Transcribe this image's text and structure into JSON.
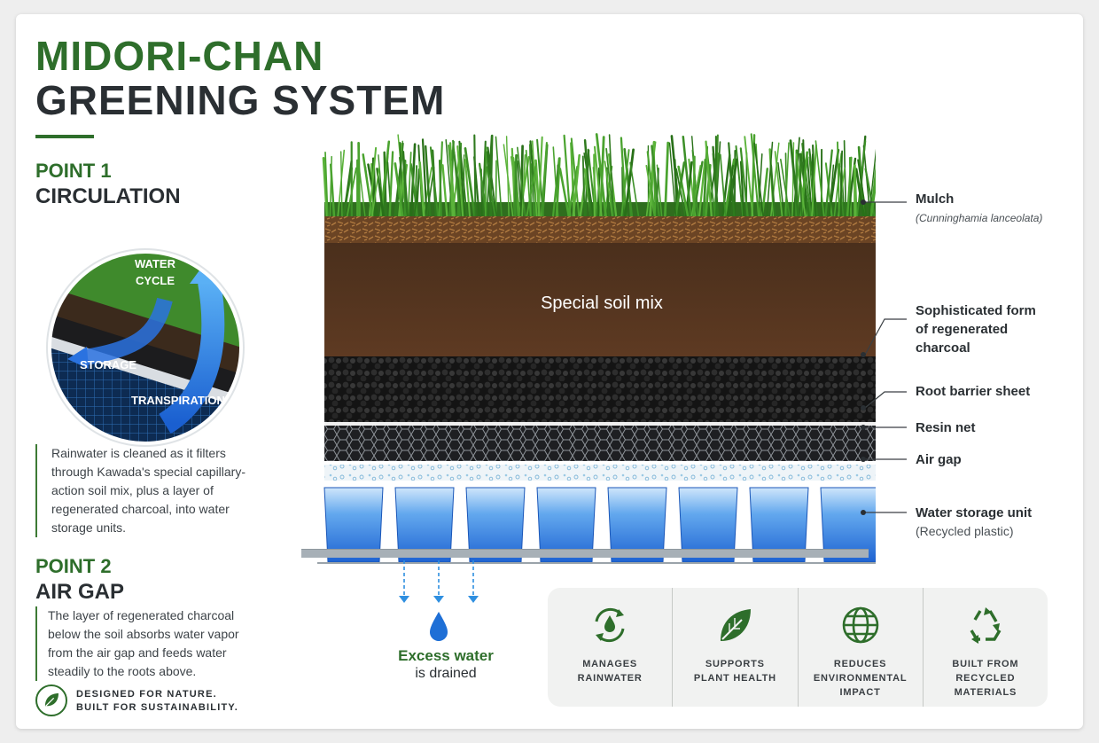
{
  "title": {
    "line1": "MIDORI-CHAN",
    "line2": "GREENING SYSTEM"
  },
  "point1": {
    "number": "POINT 1",
    "title": "CIRCULATION",
    "circle_labels": {
      "water_cycle_1": "WATER",
      "water_cycle_2": "CYCLE",
      "storage": "STORAGE",
      "transpiration": "TRANSPIRATION"
    },
    "description": "Rainwater is cleaned as it filters through Kawada's special capillary-action soil mix, plus a layer of regenerated charcoal, into water storage units."
  },
  "point2": {
    "number": "POINT 2",
    "title": "AIR GAP",
    "description": "The layer of regenerated charcoal below the soil absorbs water vapor from the air gap and feeds water steadily to the roots above."
  },
  "tagline": {
    "line1": "DESIGNED FOR NATURE.",
    "line2": "BUILT FOR SUSTAINABILITY."
  },
  "diagram": {
    "soil_label": "Special soil mix"
  },
  "layers": [
    {
      "name": "Mulch",
      "note": "(Cunninghamia lanceolata)"
    },
    {
      "name_lines": [
        "Sophisticated form",
        "of regenerated",
        "charcoal"
      ]
    },
    {
      "name": "Root barrier sheet"
    },
    {
      "name": "Resin net"
    },
    {
      "name": "Air gap"
    },
    {
      "name": "Water storage unit",
      "note": "(Recycled plastic)"
    }
  ],
  "drain": {
    "line1": "Excess water",
    "line2": "is drained"
  },
  "benefits": [
    {
      "icon": "water-cycle-icon",
      "label": "MANAGES\nRAINWATER"
    },
    {
      "icon": "leaf-icon",
      "label": "SUPPORTS\nPLANT HEALTH"
    },
    {
      "icon": "globe-icon",
      "label": "REDUCES\nENVIRONMENTAL\nIMPACT"
    },
    {
      "icon": "recycle-icon",
      "label": "BUILT FROM\nRECYCLED\nMATERIALS"
    }
  ],
  "colors": {
    "brand_green": "#2e6e2b",
    "text_dark": "#2a2f33",
    "water_blue": "#2f7fe0"
  }
}
